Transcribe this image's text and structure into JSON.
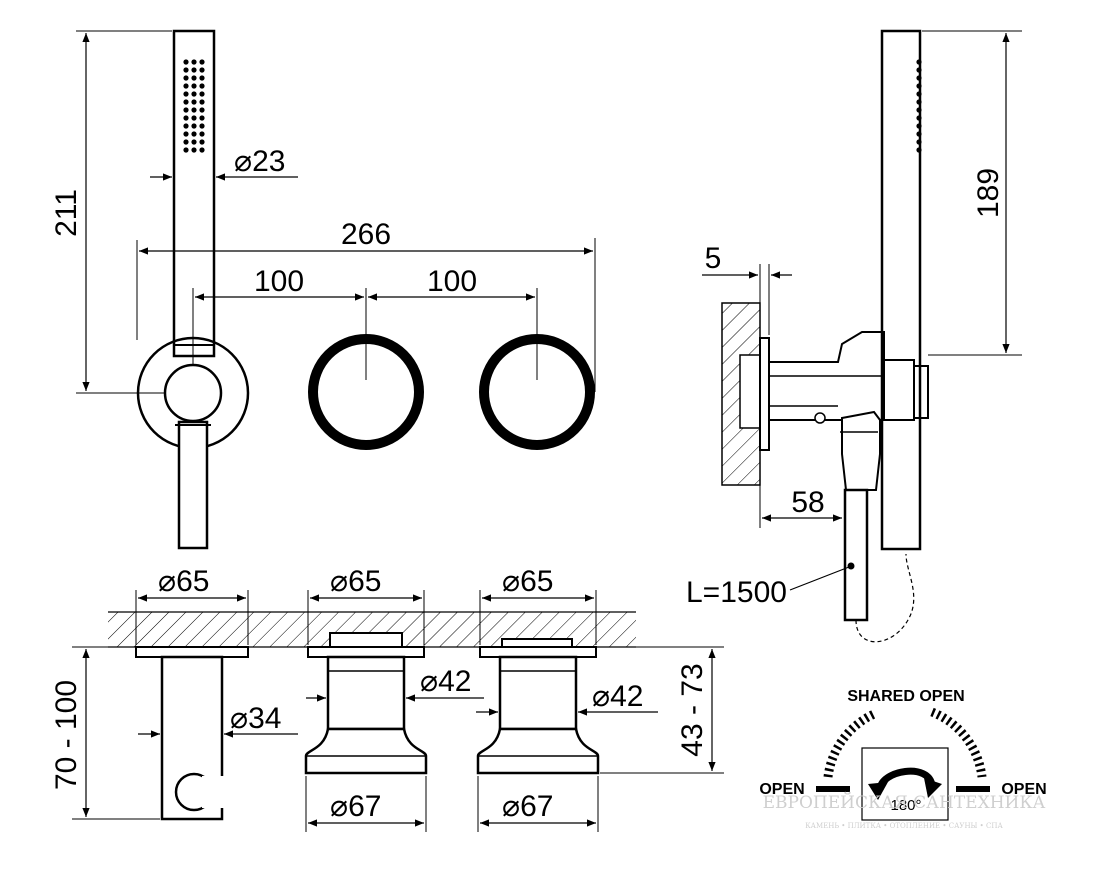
{
  "dimensions": {
    "handshower_height": "211",
    "handshower_diameter": "23",
    "total_width": "266",
    "spacing_left": "100",
    "spacing_right": "100",
    "side_handshower_height": "189",
    "wall_offset": "5",
    "side_depth": "58",
    "hose_length": "L=1500",
    "rosette_1": "65",
    "rosette_2": "65",
    "rosette_3": "65",
    "body_height": "70 - 100",
    "holder_diameter": "34",
    "valve_diameter_1": "42",
    "valve_diameter_2": "42",
    "valve_depth": "43 - 73",
    "knob_diameter_1": "67",
    "knob_diameter_2": "67",
    "diameter_symbol": "⌀"
  },
  "rotation_legend": {
    "shared_open": "SHARED OPEN",
    "open_left": "OPEN",
    "open_right": "OPEN",
    "angle": "180°"
  },
  "watermark": {
    "title": "ЕВРОПЕЙСКАЯ САНТЕХНИКА",
    "subtitle": "КАМЕНЬ • ПЛИТКА • ОТОПЛЕНИЕ • САУНЫ • СПА"
  }
}
